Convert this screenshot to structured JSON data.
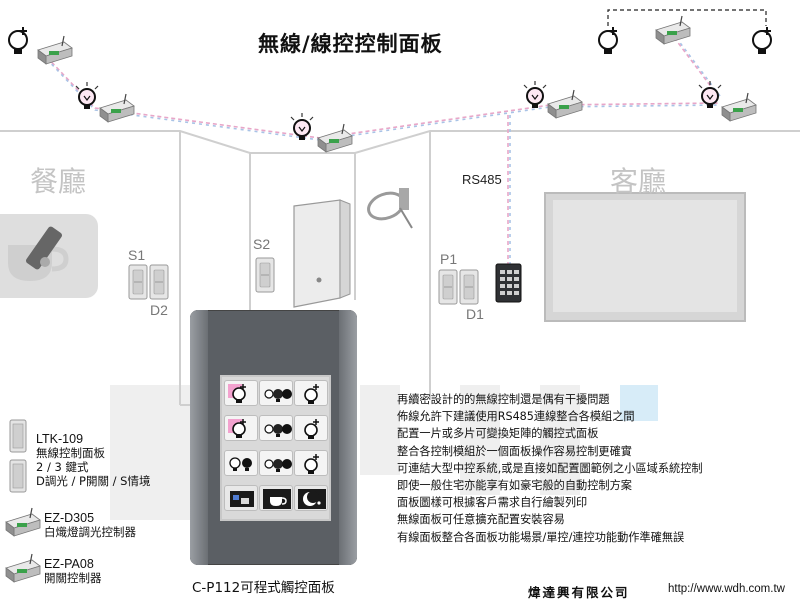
{
  "title": "無線/線控控制面板",
  "rooms": {
    "dining": "餐廳",
    "living": "客廳"
  },
  "labels": {
    "s1": "S1",
    "s2": "S2",
    "d2": "D2",
    "p1": "P1",
    "d1": "D1",
    "rs485": "RS485"
  },
  "watermark_letters": [
    "W",
    "D",
    "H"
  ],
  "legend": [
    {
      "code": "LTK-109",
      "lines": [
        "無線控制面板",
        "2 / 3 鍵式",
        "D調光 / P開關 / S情境"
      ]
    },
    {
      "code": "EZ-D305",
      "lines": [
        "白熾燈調光控制器"
      ]
    },
    {
      "code": "EZ-PA08",
      "lines": [
        "開關控制器"
      ]
    }
  ],
  "features": [
    "再續密設計的的無線控制還是偶有干擾問題",
    "佈線允許下建議使用RS485連線整合各模組之間",
    "配置一片或多片可變換矩陣的觸控式面板",
    "整合各控制模組於一個面板操作容易控制更確實",
    "可連結大型中控系統,或是直接如配置圖範例之小區域系統控制",
    "即使一般住宅亦能享有如豪宅般的自動控制方案",
    "面板圖樣可根據客戶需求自行繪製列印",
    "無線面板可任意擴充配置安裝容易",
    "有線面板整合各面板功能場景/單控/連控功能動作準確無誤"
  ],
  "caption": "C-P112可程式觸控面板",
  "company": "煒達興有限公司",
  "url": "http://www.wdh.com.tw",
  "touch_panel_icons": [
    [
      "bulb-pink-icon",
      "dimmer-bulbs-icon",
      "bulb-plus-icon"
    ],
    [
      "bulb-pink-icon",
      "dimmer-bulbs-icon",
      "bulb-plus-icon"
    ],
    [
      "bulb-pair-icon",
      "dimmer-bulbs-icon",
      "bulb-plus-icon"
    ],
    [
      "scene-picture-icon",
      "coffee-cup-icon",
      "moon-star-icon"
    ]
  ],
  "colors": {
    "cable_pink": "#e8a6c8",
    "cable_blue": "#a9c3e6",
    "watermark": "#eeeeee",
    "panel_frame": "#55595e",
    "bulb_pink": "#f3a2cf"
  }
}
